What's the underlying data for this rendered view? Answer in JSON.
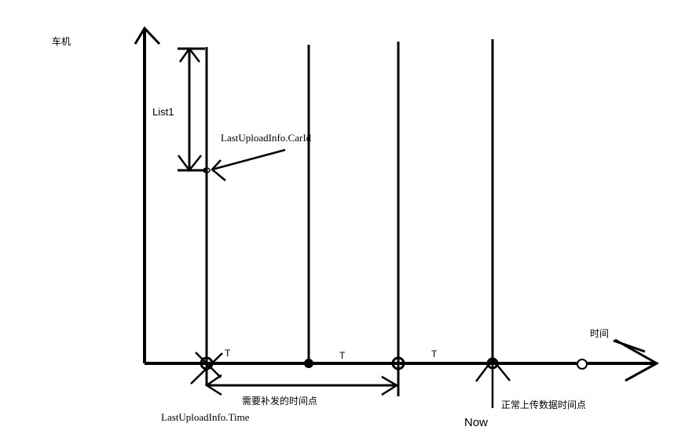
{
  "labels": {
    "y_axis": "车机",
    "x_axis": "时间",
    "list1": "List1",
    "car_id": "LastUploadInfo.CarId",
    "time": "LastUploadInfo.Time",
    "resend_points": "需要补发的时间点",
    "normal_points": "正常上传数据时间点",
    "now": "Now",
    "interval_1": "T",
    "interval_2": "T",
    "interval_3": "T"
  },
  "colors": {
    "ink": "#000000",
    "background": "#ffffff"
  }
}
